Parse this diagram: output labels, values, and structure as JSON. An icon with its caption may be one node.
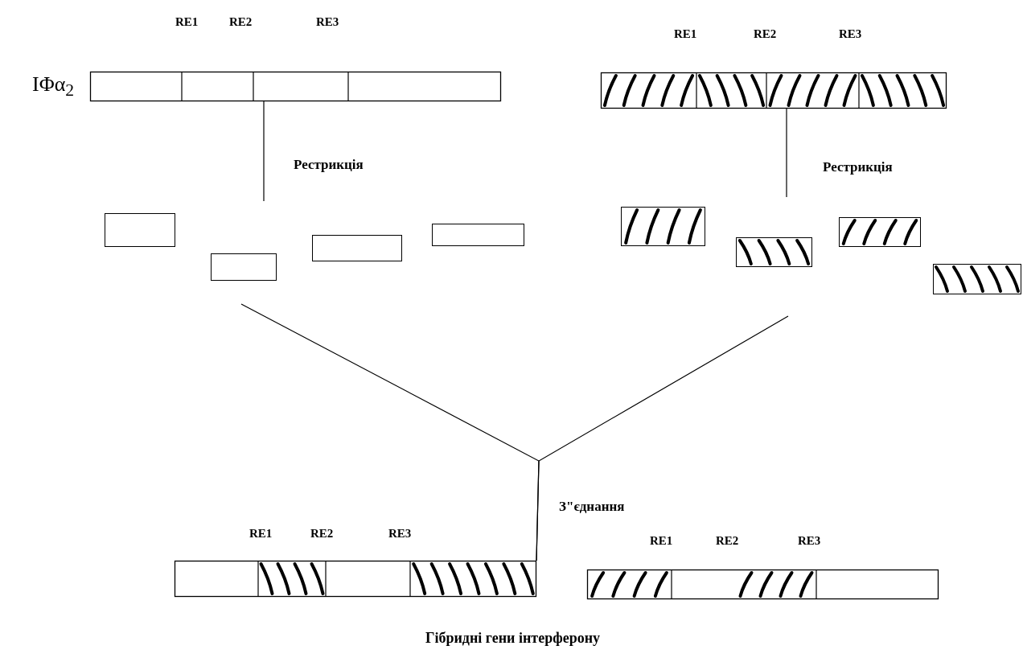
{
  "diagram": {
    "caption": "Гібридні гени інтерферону",
    "nodes": [
      {
        "text": [],
        "shape": "bar",
        "beside": [
          "IΦα$_{2}$"
        ]
      },
      {
        "text": [],
        "shape": "bar"
      },
      {
        "text": [],
        "shape": "box"
      },
      {
        "text": [],
        "shape": "box"
      },
      {
        "text": [],
        "shape": "box"
      },
      {
        "text": [],
        "shape": "box"
      },
      {
        "text": [],
        "shape": "box"
      },
      {
        "text": [],
        "shape": "box"
      },
      {
        "text": [],
        "shape": "box"
      },
      {
        "text": [],
        "shape": "box"
      },
      {
        "text": [],
        "shape": "bar"
      },
      {
        "text": [],
        "shape": "bar"
      }
    ],
    "edges": [
      {
        "from": 0,
        "to": null,
        "arrow": "none",
        "label": "Рестрикція"
      },
      {
        "from": 1,
        "to": null,
        "arrow": "none",
        "label": "Рестрикція"
      },
      {
        "from": null,
        "to": 10,
        "arrow": "none",
        "label": "З\"єднання"
      },
      {
        "from": null,
        "to": 10,
        "arrow": "none"
      }
    ],
    "labels": [
      "RE1",
      "RE2",
      "RE3",
      "RE1",
      "RE2",
      "RE3",
      "RE1",
      "RE2",
      "RE3",
      "RE1",
      "RE2",
      "RE3"
    ]
  }
}
